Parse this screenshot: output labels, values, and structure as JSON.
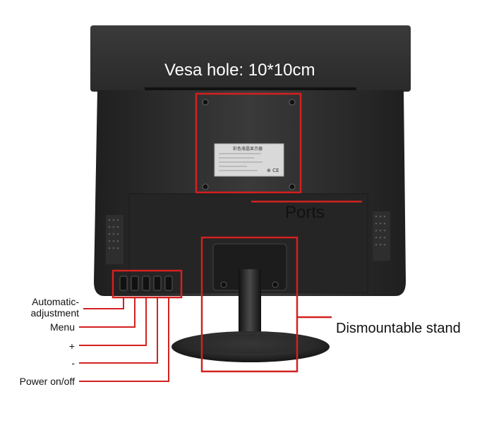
{
  "labels": {
    "vesa": "Vesa hole: 10*10cm",
    "ports": "Ports",
    "stand": "Dismountable stand",
    "auto_adjust": "Automatic-\nadjustment",
    "menu": "Menu",
    "plus": "+",
    "minus": "-",
    "power": "Power on/off"
  },
  "sticker": {
    "line1": "彩色液晶显示器",
    "mark": "⊕ CE"
  },
  "colors": {
    "highlight": "#d42020",
    "monitor_body": "#2b2b2b",
    "background": "#ffffff"
  },
  "icons": {
    "control_buttons": "button-icon",
    "vesa_screws": "screw-icon",
    "vent": "vent-grille-icon"
  }
}
